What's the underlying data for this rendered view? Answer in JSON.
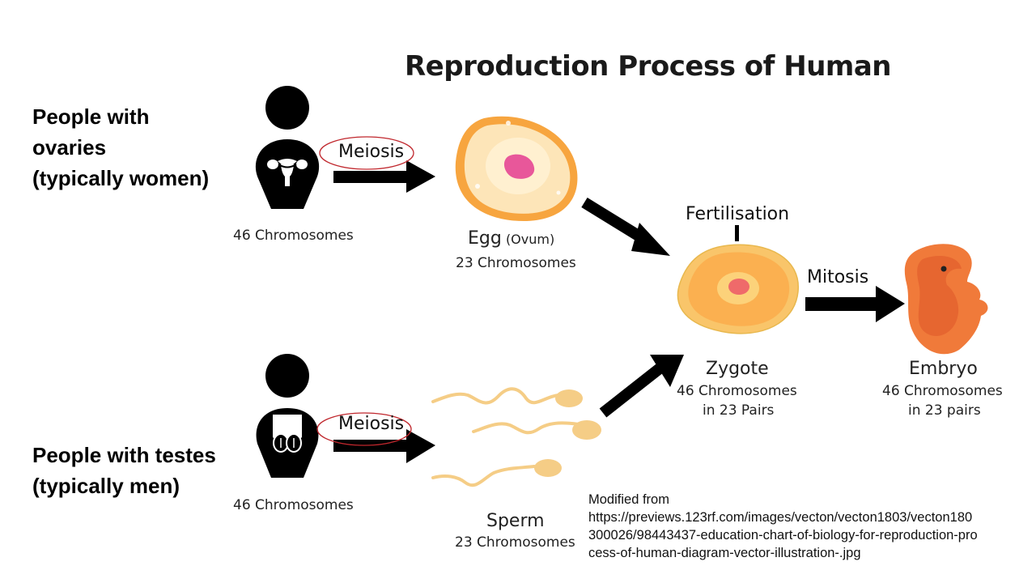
{
  "title": "Reproduction Process of Human",
  "people": {
    "ovaries": {
      "label_lines": [
        "People with",
        "ovaries",
        "(typically women)"
      ],
      "chromosomes": "46 Chromosomes",
      "process": "Meiosis"
    },
    "testes": {
      "label_lines": [
        "People with testes",
        "(typically men)"
      ],
      "chromosomes": "46 Chromosomes",
      "process": "Meiosis"
    }
  },
  "stages": {
    "egg": {
      "name": "Egg",
      "alt_name": "(Ovum)",
      "chromosomes": "23 Chromosomes"
    },
    "sperm": {
      "name": "Sperm",
      "chromosomes": "23 Chromosomes"
    },
    "fertilisation": {
      "label": "Fertilisation"
    },
    "zygote": {
      "name": "Zygote",
      "line1": "46 Chromosomes",
      "line2": "in 23 Pairs"
    },
    "mitosis": {
      "label": "Mitosis"
    },
    "embryo": {
      "name": "Embryo",
      "line1": "46 Chromosomes",
      "line2": "in 23 pairs"
    }
  },
  "credit": {
    "lines": [
      "Modified from",
      "https://previews.123rf.com/images/vecton/vecton1803/vecton180",
      "300026/98443437-education-chart-of-biology-for-reproduction-pro",
      "cess-of-human-diagram-vector-illustration-.jpg"
    ]
  },
  "colors": {
    "egg_fill": "#fde3b0",
    "egg_border": "#f2a13b",
    "egg_nucleus": "#e8579a",
    "zygote_fill": "#f9c56a",
    "zygote_nucleus": "#ef6a6a",
    "embryo": "#f07a3a",
    "sperm": "#f5cd86",
    "meiosis_circle": "#c0272d"
  }
}
